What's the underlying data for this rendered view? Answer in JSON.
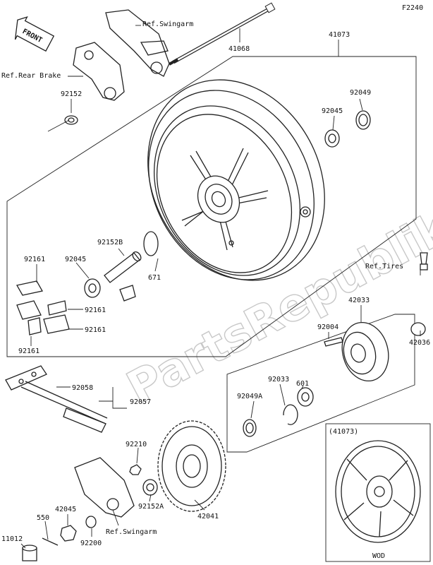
{
  "figure_code": "F2240",
  "front_label": "FRONT",
  "watermark": "PartsRepublik",
  "inset_part": "(41073)",
  "inset_code": "WOD",
  "labels": {
    "ref_swingarm_top": "Ref.Swingarm",
    "ref_rear_brake": "Ref.Rear Brake",
    "ref_tires": "Ref.Tires",
    "ref_swingarm_bottom": "Ref.Swingarm",
    "p41068": "41068",
    "p41073": "41073",
    "p92152": "92152",
    "p92049": "92049",
    "p92045_right": "92045",
    "p92152B": "92152B",
    "p671": "671",
    "p92161_a": "92161",
    "p92045_left": "92045",
    "p92161_b": "92161",
    "p92161_c": "92161",
    "p92161_d": "92161",
    "p42033": "42033",
    "p92004": "92004",
    "p42036": "42036",
    "p92033": "92033",
    "p601": "601",
    "p92049A": "92049A",
    "p92058": "92058",
    "p92057": "92057",
    "p92210": "92210",
    "p92152A": "92152A",
    "p42041": "42041",
    "p42045": "42045",
    "p550": "550",
    "p11012": "11012",
    "p92200": "92200"
  }
}
